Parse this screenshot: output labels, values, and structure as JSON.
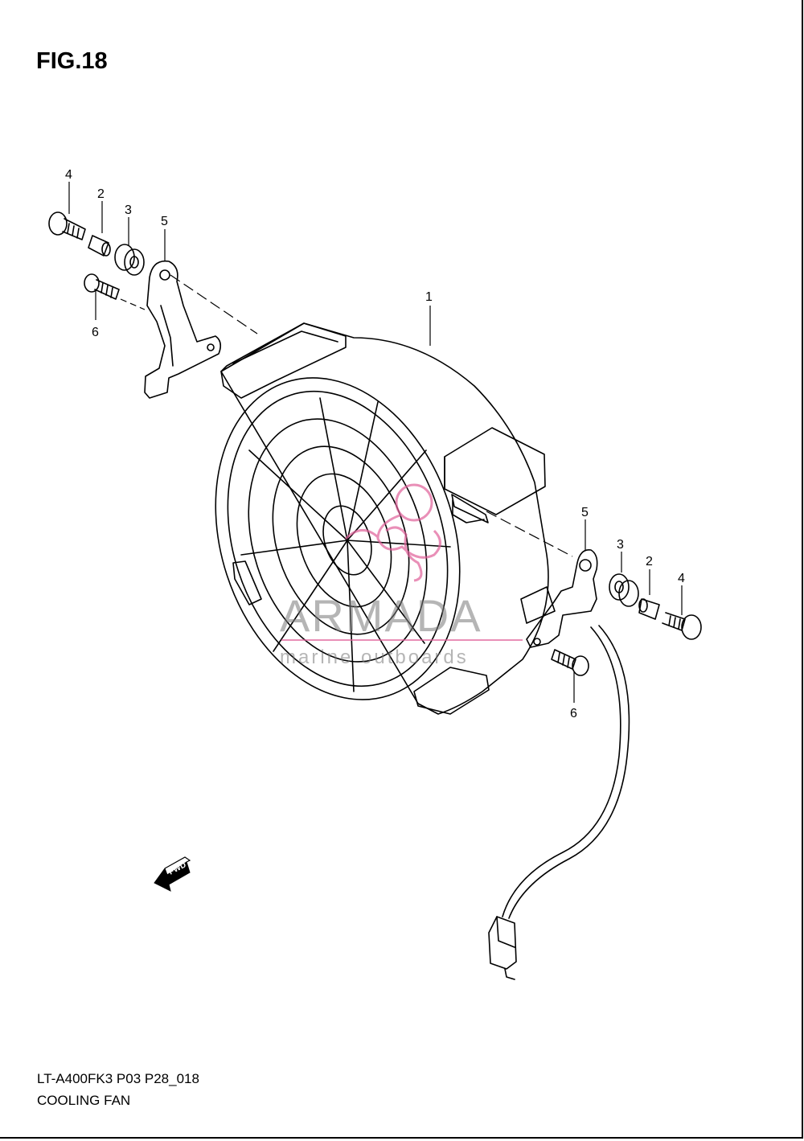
{
  "figure": {
    "title": "FIG.18"
  },
  "footer": {
    "model_code": "LT-A400FK3 P03 P28_018",
    "part_name": "COOLING FAN"
  },
  "callouts": [
    {
      "id": "c1",
      "label": "1"
    },
    {
      "id": "c2-left",
      "label": "2"
    },
    {
      "id": "c3-left",
      "label": "3"
    },
    {
      "id": "c4-left",
      "label": "4"
    },
    {
      "id": "c5-left",
      "label": "5"
    },
    {
      "id": "c6-left",
      "label": "6"
    },
    {
      "id": "c2-right",
      "label": "2"
    },
    {
      "id": "c3-right",
      "label": "3"
    },
    {
      "id": "c4-right",
      "label": "4"
    },
    {
      "id": "c5-right",
      "label": "5"
    },
    {
      "id": "c6-right",
      "label": "6"
    }
  ],
  "fwd_arrow": {
    "label": "FWD"
  },
  "watermark": {
    "brand": "ARMADA",
    "tagline": "marine outboards",
    "accent_color": "#e0609a"
  }
}
